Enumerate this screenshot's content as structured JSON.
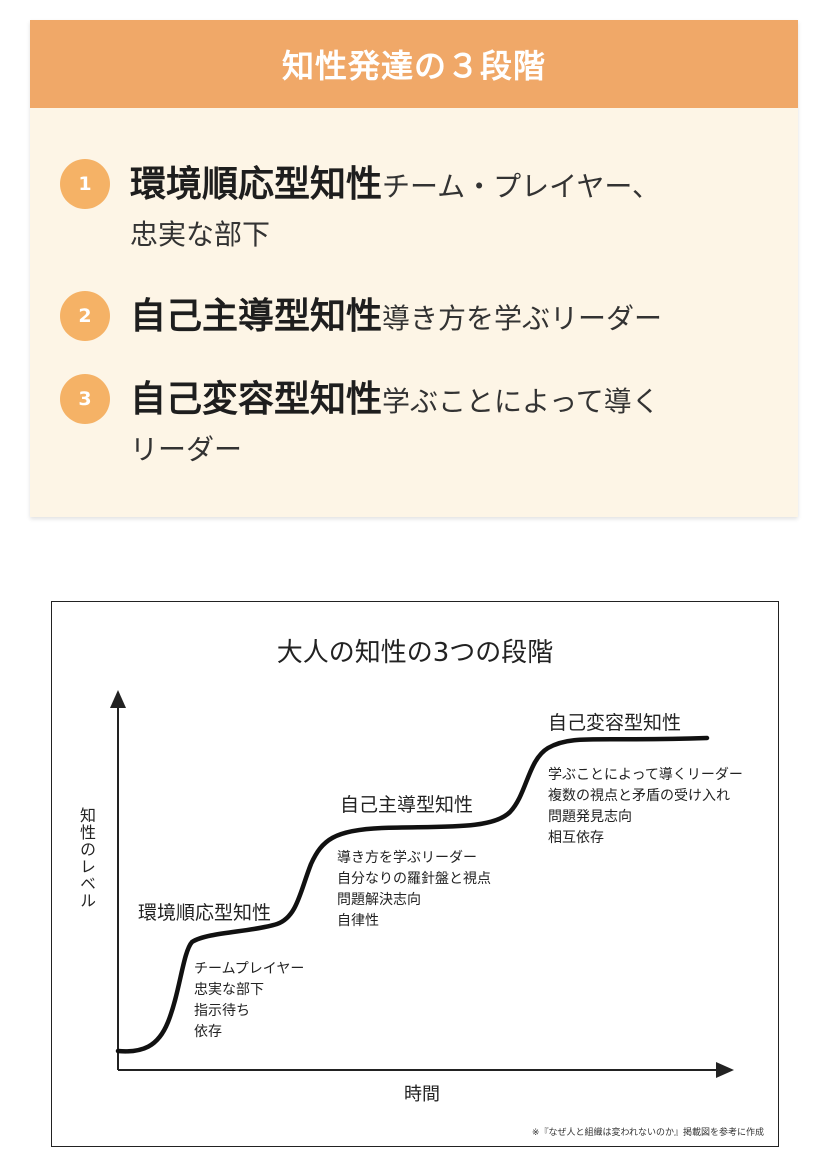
{
  "card": {
    "title": "知性発達の３段階",
    "items": [
      {
        "num": "1",
        "name": "環境順応型知性",
        "desc": "チーム・プレイヤー、",
        "desc2": "忠実な部下"
      },
      {
        "num": "2",
        "name": "自己主導型知性",
        "desc": "導き方を学ぶリーダー",
        "desc2": ""
      },
      {
        "num": "3",
        "name": "自己変容型知性",
        "desc": "学ぶことによって導く",
        "desc2": "リーダー"
      }
    ]
  },
  "diagram": {
    "title": "大人の知性の3つの段階",
    "y_axis_label": "知性のレベル",
    "x_axis_label": "時間",
    "stages": [
      {
        "name": "環境順応型知性",
        "lines": [
          "チームプレイヤー",
          "忠実な部下",
          "指示待ち",
          "依存"
        ]
      },
      {
        "name": "自己主導型知性",
        "lines": [
          "導き方を学ぶリーダー",
          "自分なりの羅針盤と視点",
          "問題解決志向",
          "自律性"
        ]
      },
      {
        "name": "自己変容型知性",
        "lines": [
          "学ぶことによって導くリーダー",
          "複数の視点と矛盾の受け入れ",
          "問題発見志向",
          "相互依存"
        ]
      }
    ],
    "source_note": "※『なぜ人と組織は変われないのか』掲載図を参考に作成"
  }
}
